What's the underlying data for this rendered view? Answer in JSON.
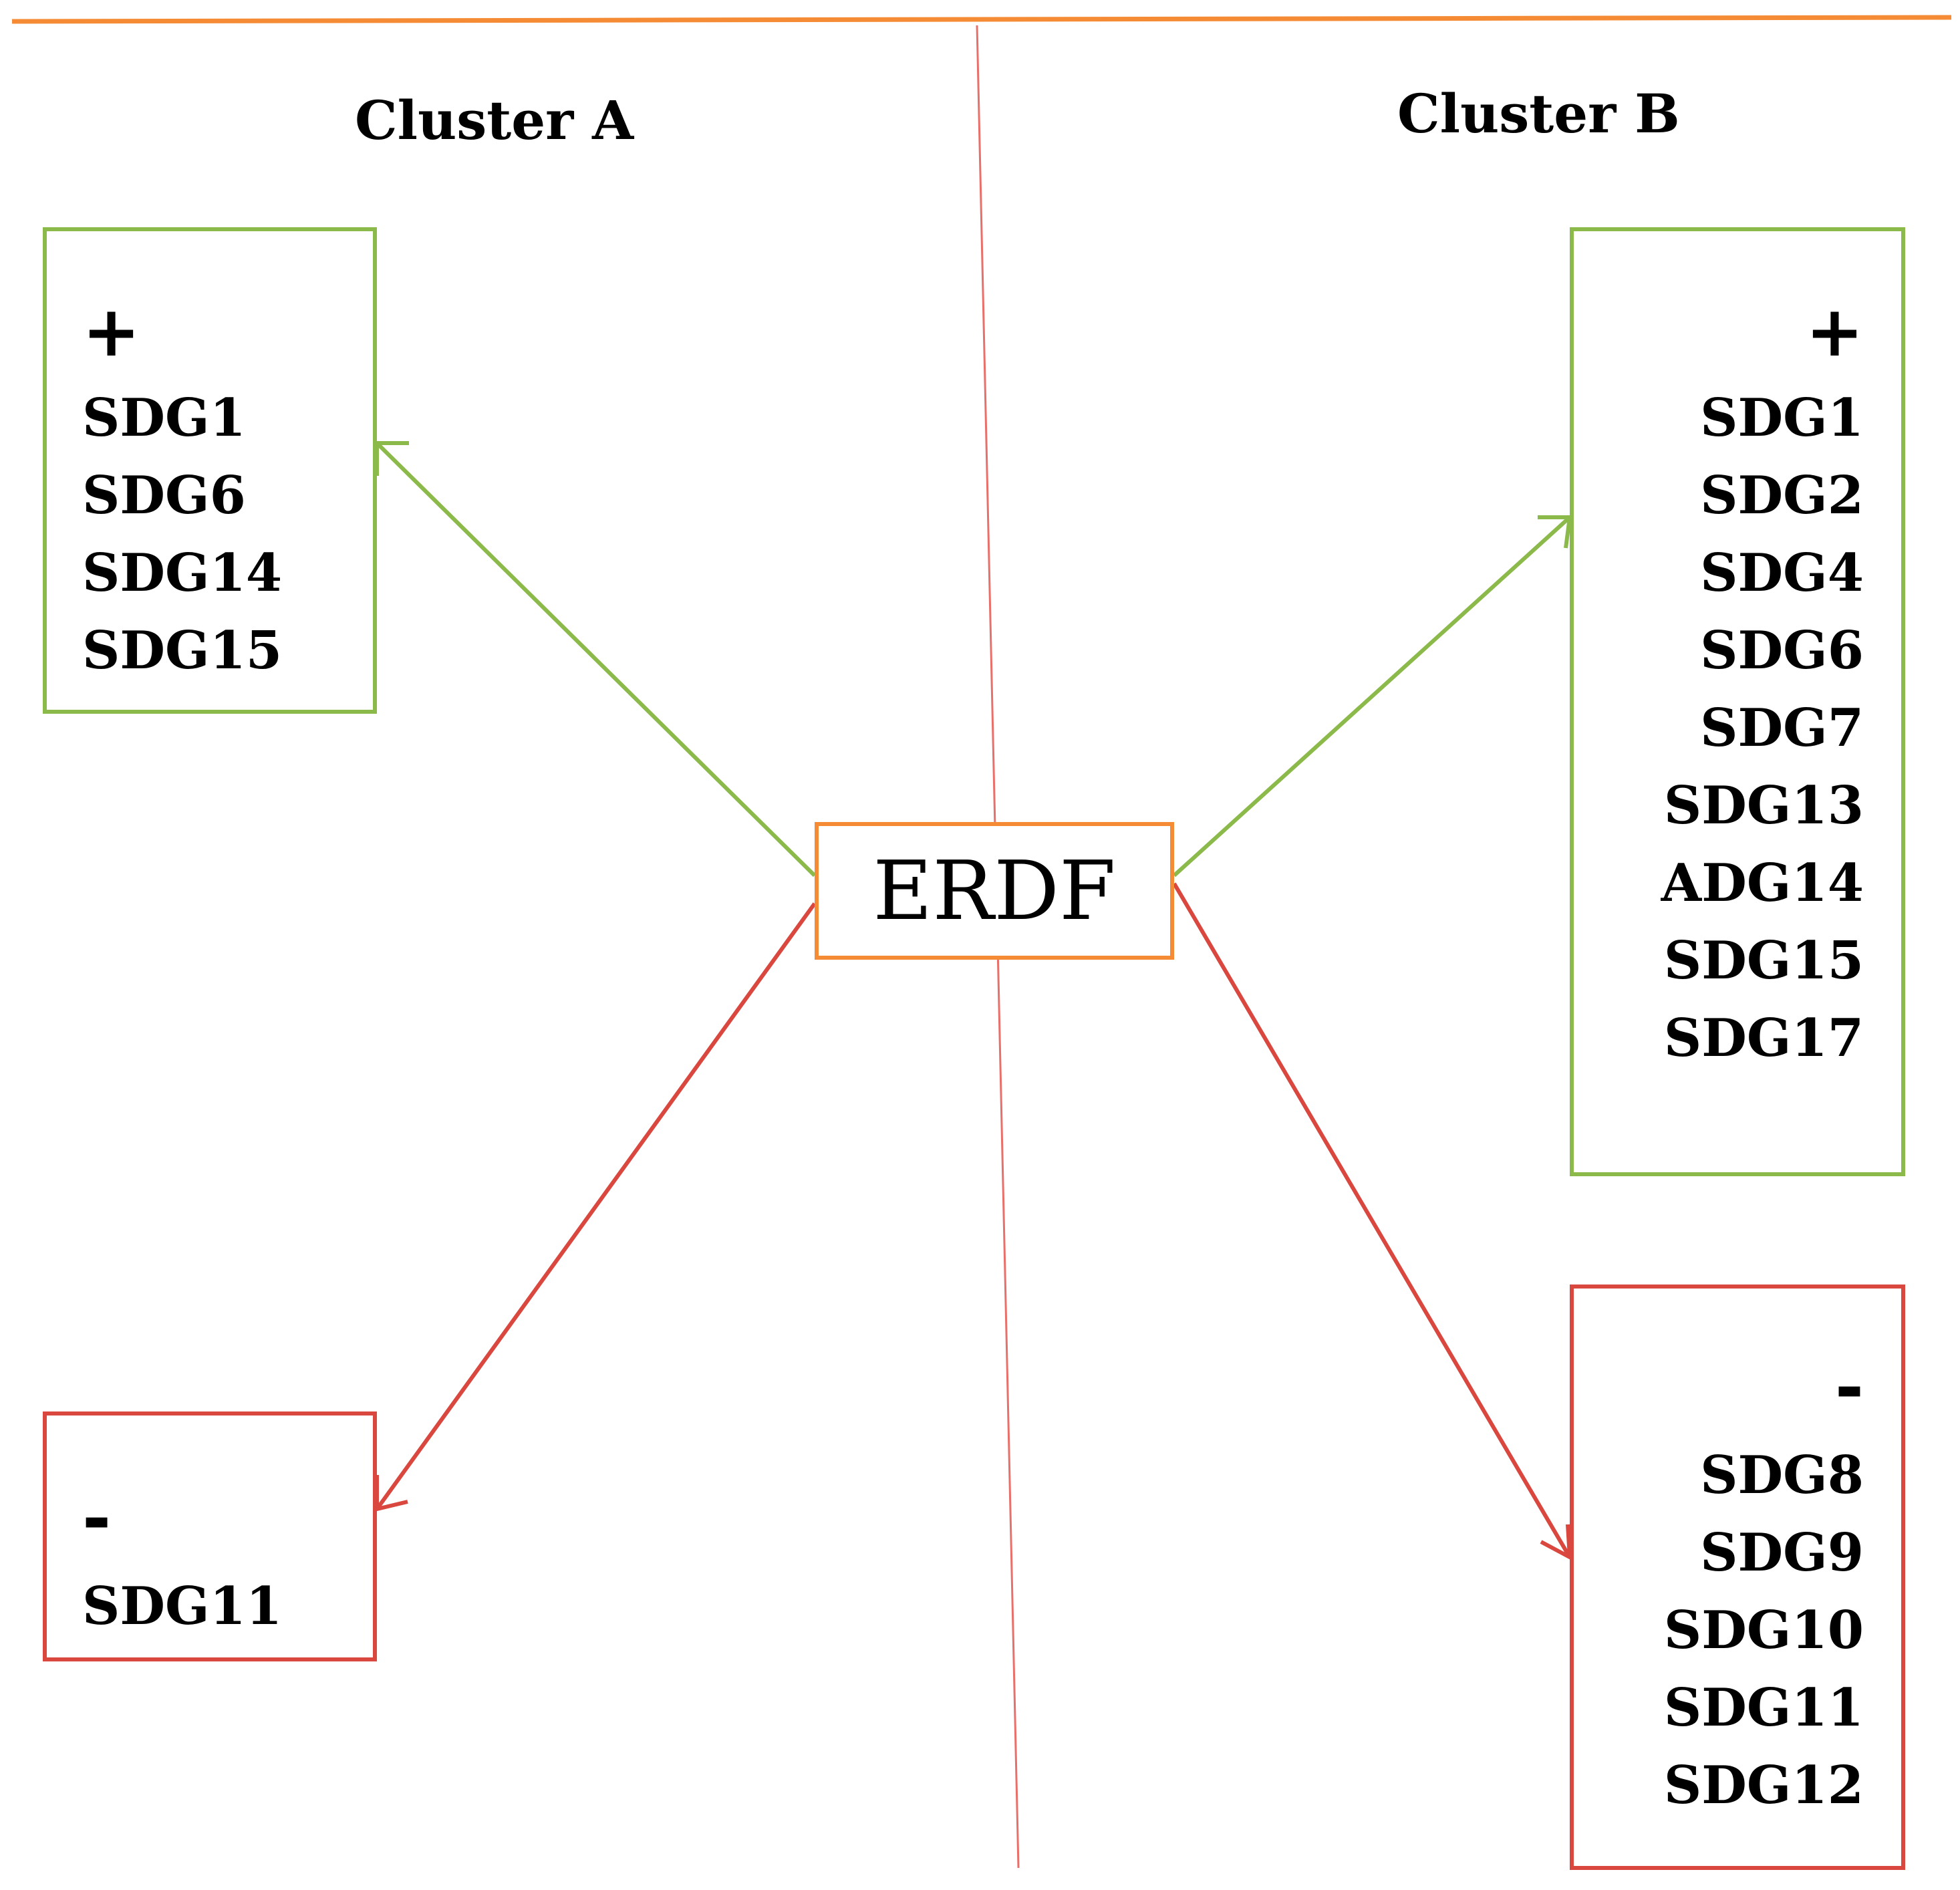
{
  "center": {
    "label": "ERDF"
  },
  "clusters": {
    "a": {
      "title": "Cluster A",
      "positive": {
        "sign": "+",
        "items": [
          "SDG1",
          "SDG6",
          "SDG14",
          "SDG15"
        ]
      },
      "negative": {
        "sign": "-",
        "items": [
          "SDG11"
        ]
      }
    },
    "b": {
      "title": "Cluster B",
      "positive": {
        "sign": "+",
        "items": [
          "SDG1",
          "SDG2",
          "SDG4",
          "SDG6",
          "SDG7",
          "SDG13",
          "ADG14",
          "SDG15",
          "SDG17"
        ]
      },
      "negative": {
        "sign": "-",
        "items": [
          "SDG8",
          "SDG9",
          "SDG10",
          "SDG11",
          "SDG12"
        ]
      }
    }
  },
  "colors": {
    "positive": "#8bb94a",
    "negative": "#d9473f",
    "center_border": "#f58c35",
    "top_rule": "#f58c35",
    "divider": "#e8706a"
  }
}
